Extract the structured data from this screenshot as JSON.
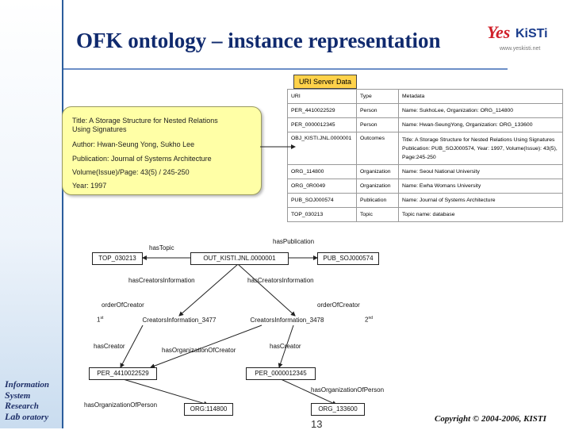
{
  "slide": {
    "title": "OFK ontology – instance representation",
    "page_number": "13",
    "copyright": "Copyright © 2004-2006, KISTI",
    "logo": {
      "yes": "Yes",
      "kisti": "KiSTi",
      "url": "www.yeskisti.net"
    },
    "lab_acronym": [
      {
        "letter": "I",
        "rest": "nformation"
      },
      {
        "letter": "S",
        "rest": "ystem"
      },
      {
        "letter": "R",
        "rest": "esearch"
      },
      {
        "letter": "Lab",
        "rest": " oratory"
      }
    ],
    "colors": {
      "title": "#102a6e",
      "header_fill": "#ffd24a",
      "note_fill": "#ffffa6",
      "logo_red": "#d0202a"
    }
  },
  "uri_server": {
    "label": "URI Server Data",
    "columns": [
      "URI",
      "Type",
      "Metadata"
    ],
    "rows": [
      [
        "PER_4410022529",
        "Person",
        "Name: SukhoLee, Organization: ORG_114800"
      ],
      [
        "PER_0000012345",
        "Person",
        "Name: Hwan-SeungYong, Organization: ORG_133600"
      ],
      [
        "OBJ_KISTI.JNL.0000001",
        "Outcomes",
        "Title: A Storage Structure for Nested Relations Using Signatures",
        "Publication: PUB_SOJ000574, Year: 1997, Volume(Issue): 43(5), Page:245-250"
      ],
      [
        "ORG_114800",
        "Organization",
        "Name: Seoul National University"
      ],
      [
        "ORG_0R0049",
        "Organization",
        "Name: Ewha Womans University"
      ],
      [
        "PUB_SOJ000574",
        "Publication",
        "Name: Journal of Systems Architecture"
      ],
      [
        "TOP_030213",
        "Topic",
        "Topic name: database"
      ]
    ]
  },
  "metadata_note": {
    "title_line1": "Title: A Storage Structure for Nested Relations",
    "title_line2": "Using Signatures",
    "author": "Author: Hwan-Seung Yong, Sukho Lee",
    "publication": "Publication: Journal of Systems Architecture",
    "volume": "Volume(Issue)/Page: 43(5) / 245-250",
    "year": "Year: 1997"
  },
  "graph": {
    "nodes": {
      "topic": "TOP_030213",
      "outcome": "OUT_KISTI.JNL.0000001",
      "publication": "PUB_SOJ000574",
      "ci1": "CreatorsInformation_3477",
      "ci2": "CreatorsInformation_3478",
      "per1": "PER_4410022529",
      "per2": "PER_0000012345",
      "org1": "ORG:114800",
      "org2": "ORG_133600"
    },
    "edges": {
      "has_topic": "hasTopic",
      "has_publication": "hasPublication",
      "has_creators_left": "hasCreatorsInformation",
      "has_creators_right": "hasCreatorsInformation",
      "order_left": "orderOfCreator",
      "order_right": "orderOfCreator",
      "first": "1",
      "first_sup": "st",
      "second": "2",
      "second_sup": "nd",
      "has_creator_left": "hasCreator",
      "has_creator_right": "hasCreator",
      "has_org_of_creator": "hasOrganizationOfCreator",
      "has_org_person_left": "hasOrganizationOfPerson",
      "has_org_person_right": "hasOrganizationOfPerson"
    }
  }
}
